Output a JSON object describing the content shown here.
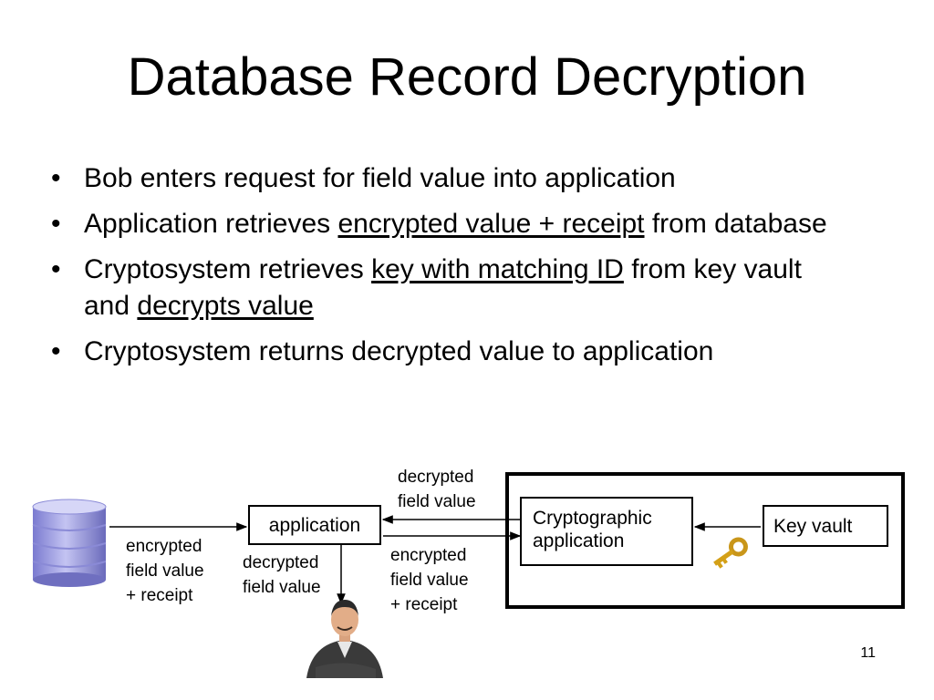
{
  "title": "Database Record Decryption",
  "bullets": [
    {
      "parts": [
        {
          "text": "Bob enters request for field value into application",
          "u": false
        }
      ]
    },
    {
      "parts": [
        {
          "text": "Application retrieves ",
          "u": false
        },
        {
          "text": "encrypted value + receipt",
          "u": true
        },
        {
          "text": " from database",
          "u": false
        }
      ]
    },
    {
      "parts": [
        {
          "text": "Cryptosystem retrieves ",
          "u": false
        },
        {
          "text": "key with matching ID",
          "u": true
        },
        {
          "text": " from key vault and ",
          "u": false
        },
        {
          "text": "decrypts value",
          "u": true
        }
      ]
    },
    {
      "parts": [
        {
          "text": "Cryptosystem returns decrypted value to application",
          "u": false
        }
      ]
    }
  ],
  "bullet_symbol": "•",
  "diagram": {
    "application_box": "application",
    "crypto_box": "Cryptographic\napplication",
    "key_vault_box": "Key vault",
    "label_db_to_app": "encrypted\nfield value\n+ receipt",
    "label_app_to_bob": "decrypted\nfield value",
    "label_crypto_to_app": "decrypted\nfield value",
    "label_app_to_crypto": "encrypted\nfield value\n+ receipt"
  },
  "colors": {
    "database_fill": "#a9a9e6",
    "database_dark": "#6f6fc0",
    "key_gold": "#d4a017"
  },
  "icons": [
    "database-icon",
    "key-icon",
    "person-photo"
  ],
  "page_number": "11"
}
